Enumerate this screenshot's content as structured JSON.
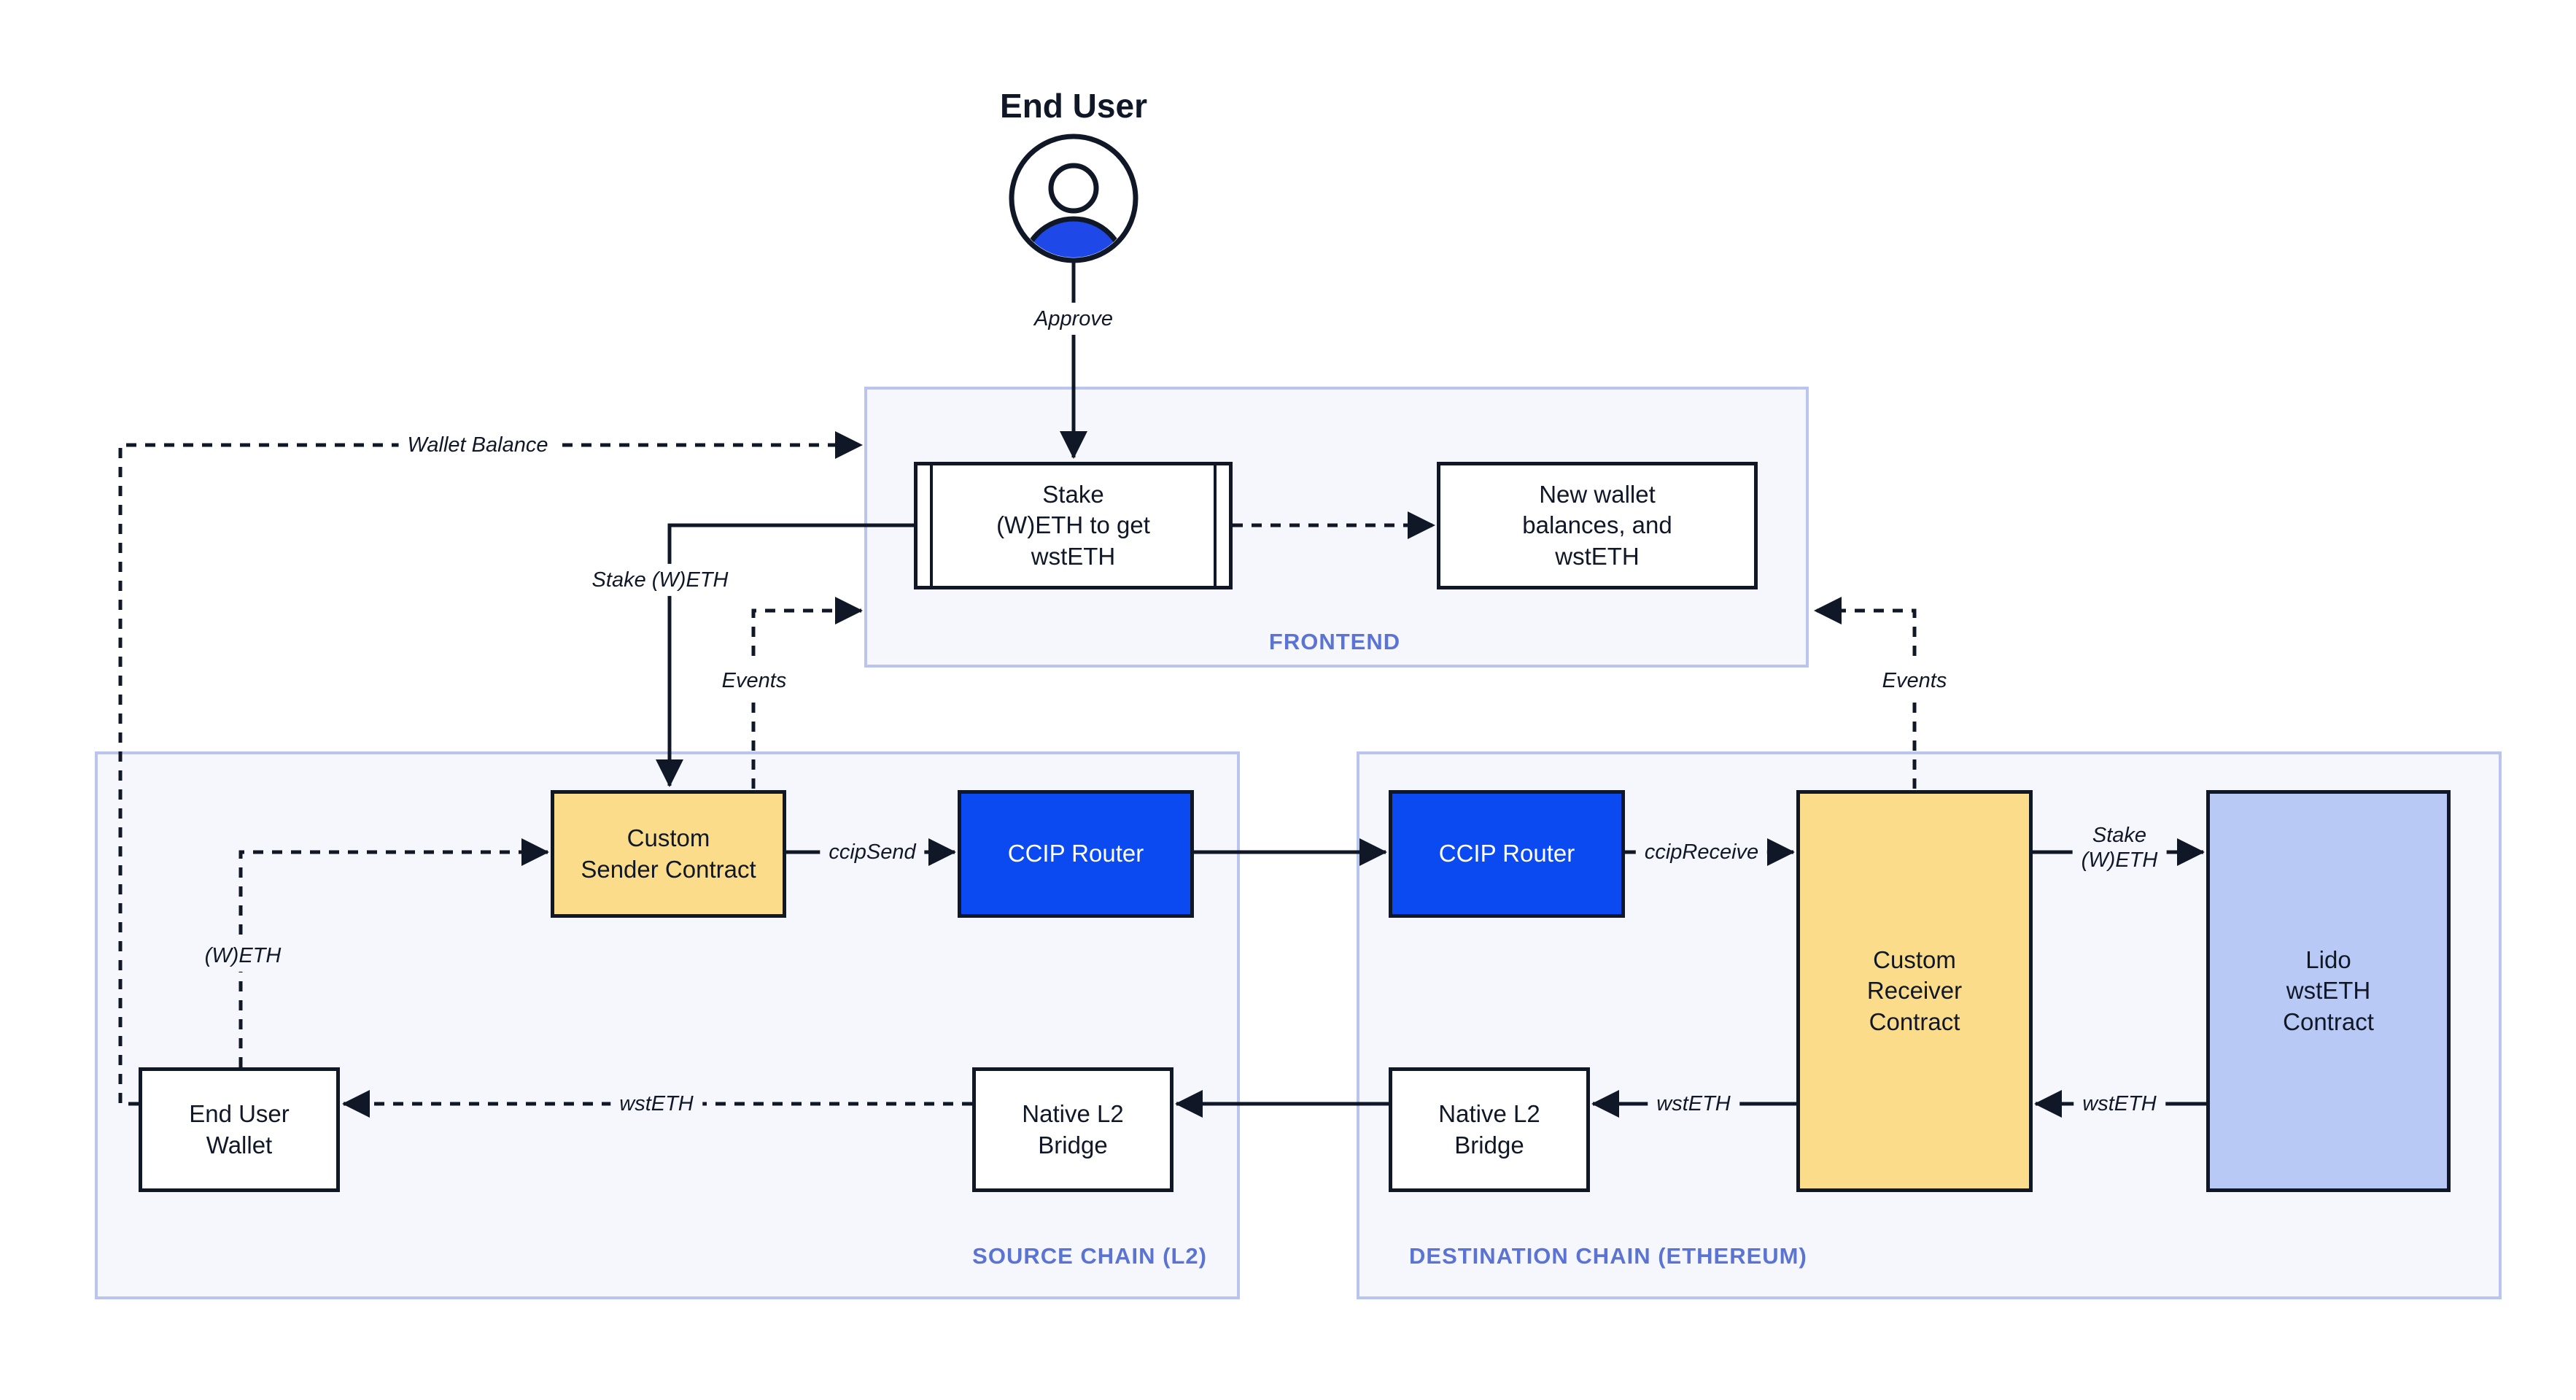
{
  "colors": {
    "ink": "#101828",
    "accent-blue": "#0A4AF0",
    "yellow": "#FBDC8A",
    "lavender": "#B8C9F5",
    "panel-bg": "#F6F7FD",
    "panel-border": "#B9C4EF",
    "chain-label": "#5B74D4",
    "icon-body": "#1E49E8"
  },
  "end_user": {
    "title": "End User",
    "approve_label": "Approve"
  },
  "frontend": {
    "label": "FRONTEND",
    "stake_widget": "Stake\n(W)ETH to get\nwstETH",
    "new_wallet_widget": "New wallet\nbalances, and\nwstETH",
    "wallet_balance_label": "Wallet Balance",
    "stake_weth_label": "Stake (W)ETH",
    "events_label_left": "Events",
    "events_label_right": "Events"
  },
  "source_chain": {
    "label": "SOURCE CHAIN (L2)",
    "custom_sender": "Custom\nSender Contract",
    "ccip_router": "CCIP Router",
    "end_user_wallet": "End User\nWallet",
    "native_bridge": "Native L2\nBridge",
    "ccip_send_label": "ccipSend",
    "weth_label": "(W)ETH",
    "wsteth_label": "wstETH"
  },
  "destination_chain": {
    "label": "DESTINATION CHAIN (ETHEREUM)",
    "ccip_router": "CCIP Router",
    "custom_receiver": "Custom\nReceiver\nContract",
    "lido_contract": "Lido\nwstETH\nContract",
    "ccip_receive_label": "ccipReceive",
    "stake_weth_label": "Stake\n(W)ETH",
    "wsteth_from_lido_label": "wstETH",
    "wsteth_to_bridge_label": "wstETH",
    "native_bridge": "Native L2\nBridge"
  }
}
